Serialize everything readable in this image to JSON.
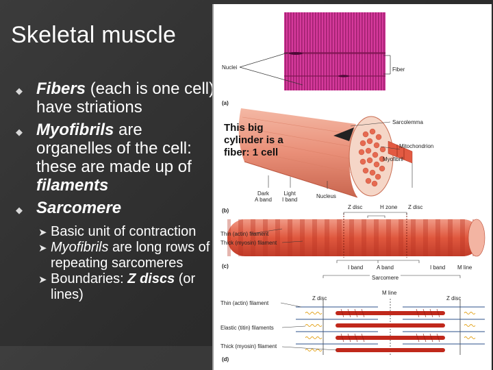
{
  "slide": {
    "title": "Skeletal muscle",
    "bullets": [
      {
        "bold": "Fibers",
        "rest": " (each is one cell) have striations"
      },
      {
        "bold": "Myofibrils",
        "rest": " are organelles of the cell: these are made up of ",
        "italic": "filaments"
      },
      {
        "bold": "Sarcomere",
        "rest": ""
      }
    ],
    "sub_bullets": [
      {
        "text": "Basic unit of contraction"
      },
      {
        "italic": "Myofibrils",
        "rest": " are long rows of repeating sarcomeres"
      },
      {
        "pre": "Boundaries: ",
        "bolditalic": "Z discs",
        "post": " (or lines)"
      }
    ]
  },
  "figure": {
    "callout": [
      "This big",
      "cylinder is a",
      "fiber: 1 cell"
    ],
    "labels": {
      "nuclei": "Nuclei",
      "fiber": "Fiber",
      "a": "(a)",
      "sarcolemma": "Sarcolemma",
      "mitochondrion": "Mitochondrion",
      "myofibril": "Myofibril",
      "dark_a_band": [
        "Dark",
        "A band"
      ],
      "light_i_band": [
        "Light",
        "I band"
      ],
      "nucleus": "Nucleus",
      "b": "(b)",
      "z_disc_1": "Z disc",
      "h_zone": "H zone",
      "z_disc_2": "Z disc",
      "thin_filament": "Thin (actin) filament",
      "thick_filament": "Thick (myosin) filament",
      "c": "(c)",
      "i_band_1": "I band",
      "a_band": "A band",
      "i_band_2": "I band",
      "m_line_c": "M line",
      "sarcomere": "Sarcomere",
      "m_line_d": "M line",
      "z_disc_3": "Z disc",
      "z_disc_4": "Z disc",
      "thin_filament_d": "Thin (actin) filament",
      "elastic_filaments": "Elastic (titin) filaments",
      "thick_filament_d": "Thick (myosin) filament",
      "d": "(d)"
    }
  }
}
